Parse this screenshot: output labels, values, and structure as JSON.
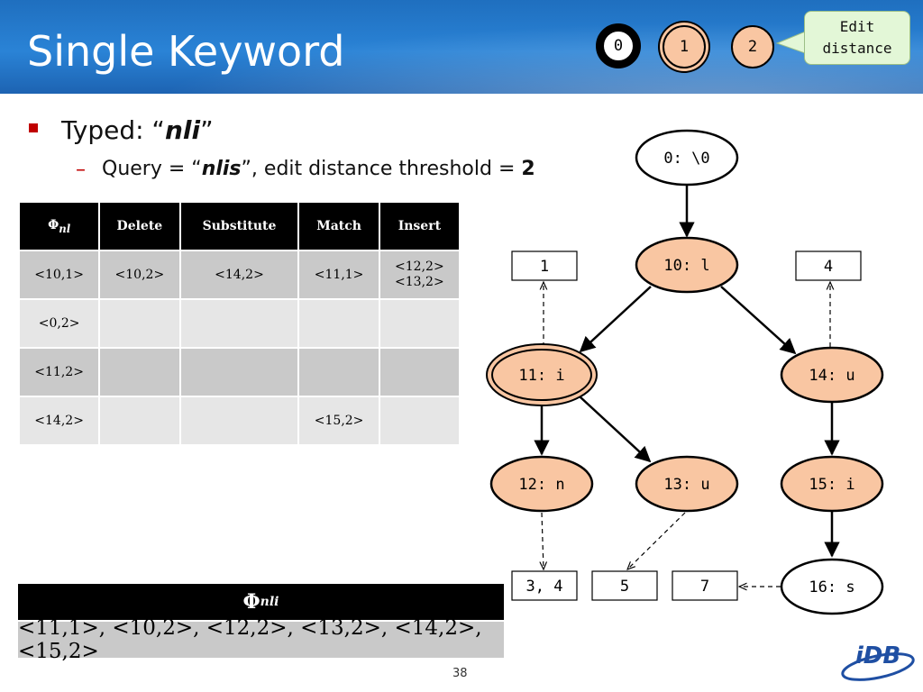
{
  "slide": {
    "title": "Single Keyword",
    "page_number": "38"
  },
  "steps": [
    {
      "label": "0",
      "state": "current"
    },
    {
      "label": "1",
      "state": "double-ring"
    },
    {
      "label": "2",
      "state": "normal"
    }
  ],
  "callout": {
    "text": "Edit\ndistance"
  },
  "bullets": {
    "typed_prefix": "Typed: “",
    "typed_value": "nli",
    "typed_suffix": "”",
    "query_prefix": "Query = “",
    "query_value": "nlis",
    "query_suffix": "”, edit distance threshold = ",
    "threshold": "2"
  },
  "table": {
    "header_phi": "Φ",
    "header_phi_sub": "nl",
    "headers": [
      "Delete",
      "Substitute",
      "Match",
      "Insert"
    ],
    "rows": [
      [
        "<10,1>",
        "<10,2>",
        "<14,2>",
        "<11,1>",
        "<12,2>\n<13,2>"
      ],
      [
        "<0,2>",
        "",
        "",
        "",
        ""
      ],
      [
        "<11,2>",
        "",
        "",
        "",
        ""
      ],
      [
        "<14,2>",
        "",
        "",
        "<15,2>",
        ""
      ]
    ]
  },
  "result": {
    "phi": "Φ",
    "phi_sub": "nli",
    "value": "<11,1>, <10,2>, <12,2>, <13,2>, <14,2>, <15,2>"
  },
  "trie": {
    "nodes": [
      {
        "id": "n0",
        "label": "0: \\0",
        "fill": "#ffffff",
        "double": false
      },
      {
        "id": "n10",
        "label": "10: l",
        "fill": "#f9c6a2",
        "double": false
      },
      {
        "id": "n11",
        "label": "11: i",
        "fill": "#f9c6a2",
        "double": true
      },
      {
        "id": "n14",
        "label": "14: u",
        "fill": "#f9c6a2",
        "double": false
      },
      {
        "id": "n12",
        "label": "12: n",
        "fill": "#f9c6a2",
        "double": false
      },
      {
        "id": "n13",
        "label": "13: u",
        "fill": "#f9c6a2",
        "double": false
      },
      {
        "id": "n15",
        "label": "15: i",
        "fill": "#f9c6a2",
        "double": false
      },
      {
        "id": "n16",
        "label": "16: s",
        "fill": "#ffffff",
        "double": false
      }
    ],
    "record_boxes": [
      {
        "id": "b1",
        "label": "1"
      },
      {
        "id": "b4",
        "label": "4"
      },
      {
        "id": "b34",
        "label": "3, 4"
      },
      {
        "id": "b5",
        "label": "5"
      },
      {
        "id": "b7",
        "label": "7"
      }
    ],
    "edges": [
      {
        "from": "n0",
        "to": "n10"
      },
      {
        "from": "n10",
        "to": "n11"
      },
      {
        "from": "n10",
        "to": "n14"
      },
      {
        "from": "n11",
        "to": "n12"
      },
      {
        "from": "n11",
        "to": "n13"
      },
      {
        "from": "n14",
        "to": "n15"
      },
      {
        "from": "n15",
        "to": "n16"
      }
    ],
    "links": [
      {
        "from": "n11",
        "to": "b1"
      },
      {
        "from": "n14",
        "to": "b4"
      },
      {
        "from": "n12",
        "to": "b34"
      },
      {
        "from": "n13",
        "to": "b5"
      },
      {
        "from": "n16",
        "to": "b7"
      }
    ]
  },
  "colors": {
    "header_blue": "#2a83d6",
    "node_active": "#f9c6a2",
    "bullet_red": "#c00000",
    "callout_green": "#e3f7d7"
  }
}
